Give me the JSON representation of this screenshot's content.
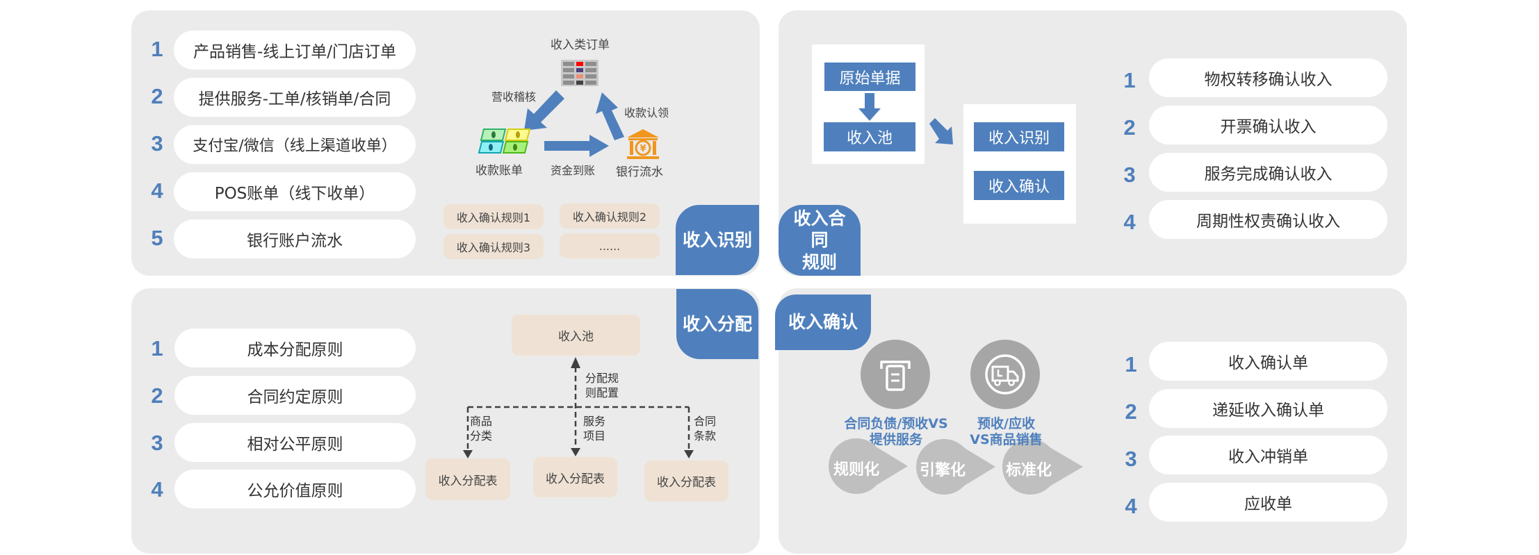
{
  "panels": {
    "identify": {
      "tab_label": "收入识别",
      "sources": [
        {
          "num": "1",
          "label": "产品销售-线上订单/门店订单"
        },
        {
          "num": "2",
          "label": "提供服务-工单/核销单/合同"
        },
        {
          "num": "3",
          "label": "支付宝/微信（线上渠道收单）"
        },
        {
          "num": "4",
          "label": "POS账单（线下收单）"
        },
        {
          "num": "5",
          "label": "银行账户流水"
        }
      ],
      "cycle": {
        "top_node": "收入类订单",
        "left_node": "收款账单",
        "right_node": "银行流水",
        "edge_left": "营收稽核",
        "edge_bottom": "资金到账",
        "edge_right": "收款认领"
      },
      "rules": [
        "收入确认规则1",
        "收入确认规则2",
        "收入确认规则3",
        "......"
      ]
    },
    "contract_rules": {
      "tab_label": "收入合同规则",
      "flow": {
        "source": "原始单据",
        "pool": "收入池",
        "identify": "收入识别",
        "confirm": "收入确认"
      },
      "items": [
        {
          "num": "1",
          "label": "物权转移确认收入"
        },
        {
          "num": "2",
          "label": "开票确认收入"
        },
        {
          "num": "3",
          "label": "服务完成确认收入"
        },
        {
          "num": "4",
          "label": "周期性权责确认收入"
        }
      ]
    },
    "allocation": {
      "tab_label": "收入分配",
      "principles": [
        {
          "num": "1",
          "label": "成本分配原则"
        },
        {
          "num": "2",
          "label": "合同约定原则"
        },
        {
          "num": "3",
          "label": "相对公平原则"
        },
        {
          "num": "4",
          "label": "公允价值原则"
        }
      ],
      "tree": {
        "root": "收入池",
        "root_edge": "分配规则配置",
        "branches": [
          {
            "edge": "商品分类",
            "leaf": "收入分配表"
          },
          {
            "edge": "服务项目",
            "leaf": "收入分配表"
          },
          {
            "edge": "合同条款",
            "leaf": "收入分配表"
          }
        ]
      }
    },
    "confirmation": {
      "tab_label": "收入确认",
      "icons": [
        {
          "icon": "receipt-printer-icon",
          "caption_line1": "合同负债/预收VS",
          "caption_line2": "提供服务"
        },
        {
          "icon": "delivery-truck-icon",
          "caption_line1": "预收/应收",
          "caption_line2": "VS商品销售"
        }
      ],
      "steps": [
        "规则化",
        "引擎化",
        "标准化"
      ],
      "documents": [
        {
          "num": "1",
          "label": "收入确认单"
        },
        {
          "num": "2",
          "label": "递延收入确认单"
        },
        {
          "num": "3",
          "label": "收入冲销单"
        },
        {
          "num": "4",
          "label": "应收单"
        }
      ]
    }
  },
  "colors": {
    "accent_blue": "#4f80bd",
    "panel_gray": "#ebebeb",
    "beige": "#efe2d4",
    "bank_orange": "#f0961e",
    "circle_gray": "#a6a6a6",
    "chevron_gray": "#bfbfbf"
  }
}
